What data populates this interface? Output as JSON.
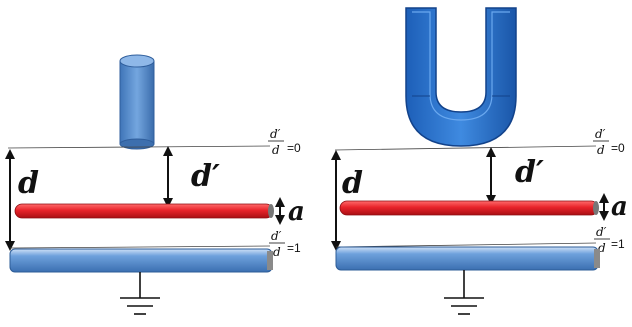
{
  "labels": {
    "d": "d",
    "d_prime": "d′",
    "a": "a",
    "frac_num": "d′",
    "frac_den": "d",
    "top_value": "=0",
    "bottom_value": "=1"
  },
  "colors": {
    "plate_top": "#e8232a",
    "plate_bottom": "#4a86cc",
    "probe_cylinder": "#5b8fcf",
    "u_magnet": "#2b72d0",
    "ink": "#111111"
  },
  "icons": {
    "left_probe": "cylinder-probe-icon",
    "right_probe": "u-shaped-magnet-icon",
    "ground": "ground-symbol-icon"
  }
}
